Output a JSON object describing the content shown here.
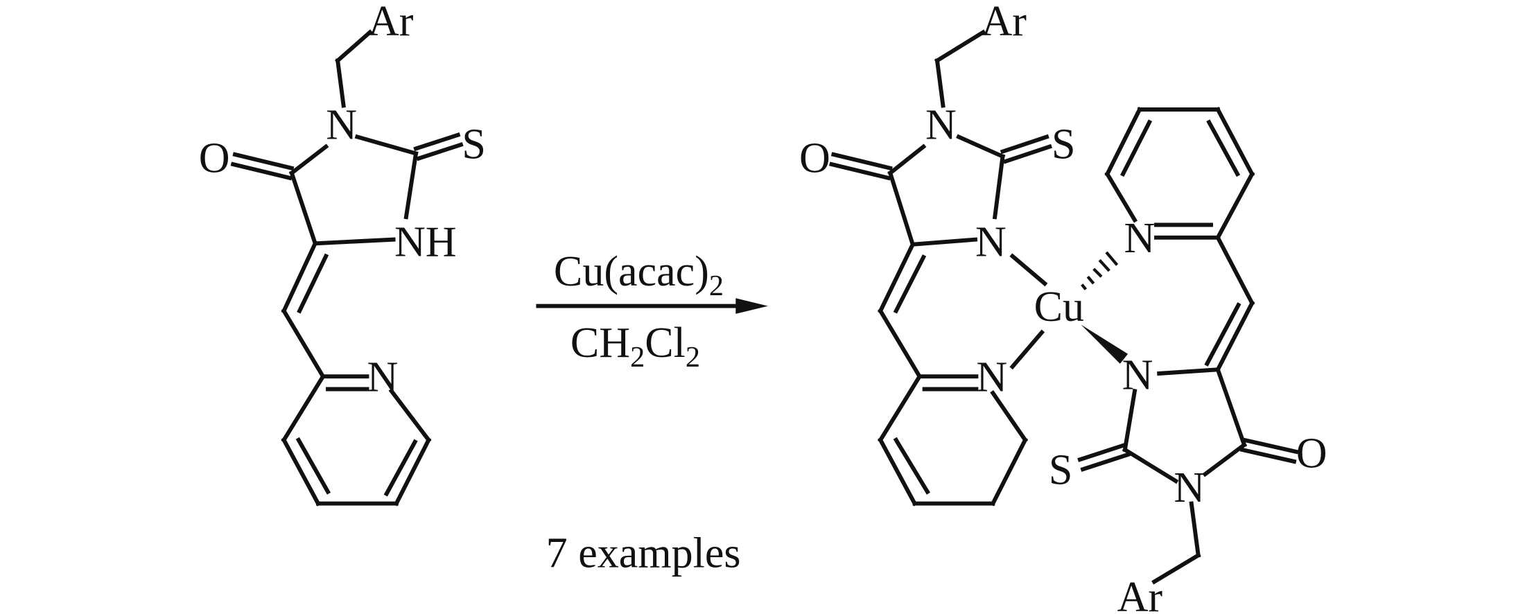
{
  "reactant": {
    "aryl": "Ar",
    "n1": "N",
    "oxygen": "O",
    "sulfur": "S",
    "nh": "NH",
    "pyridine_n": "N"
  },
  "conditions": {
    "reagent": "Cu(acac)",
    "reagent_sub": "2",
    "solvent_a": "CH",
    "solvent_sub1": "2",
    "solvent_b": "Cl",
    "solvent_sub2": "2",
    "scope_note": "7 examples"
  },
  "product": {
    "metal": "Cu",
    "ligand1": {
      "aryl": "Ar",
      "n1": "N",
      "oxygen": "O",
      "sulfur": "S",
      "n3": "N",
      "pyridine_n": "N"
    },
    "ligand2": {
      "aryl": "Ar",
      "n1": "N",
      "oxygen": "O",
      "sulfur": "S",
      "n3": "N",
      "pyridine_n": "N"
    }
  }
}
